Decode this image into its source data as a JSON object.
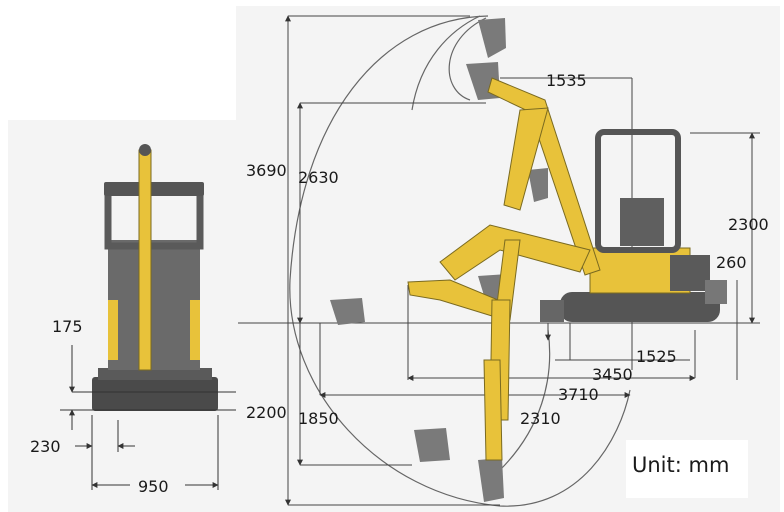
{
  "colors": {
    "background": "#f2f2f2",
    "machine_yellow": "#e8c23a",
    "machine_gray": "#6e6e6e",
    "dark_gray": "#4a4a4a",
    "line": "#555555"
  },
  "front_view": {
    "height_offset": "175",
    "track_width": "230",
    "overall_width": "950"
  },
  "side_view": {
    "max_dig_height": "3690",
    "max_dump_height": "2630",
    "max_dig_depth": "2200",
    "vertical_wall_depth": "1850",
    "boom_reach": "1535",
    "cab_height": "2300",
    "ground_clearance": "260",
    "tail_length": "1525",
    "min_swing_radius": "3450",
    "max_reach": "3710",
    "front_reach": "2310"
  },
  "unit_label": "Unit: mm"
}
